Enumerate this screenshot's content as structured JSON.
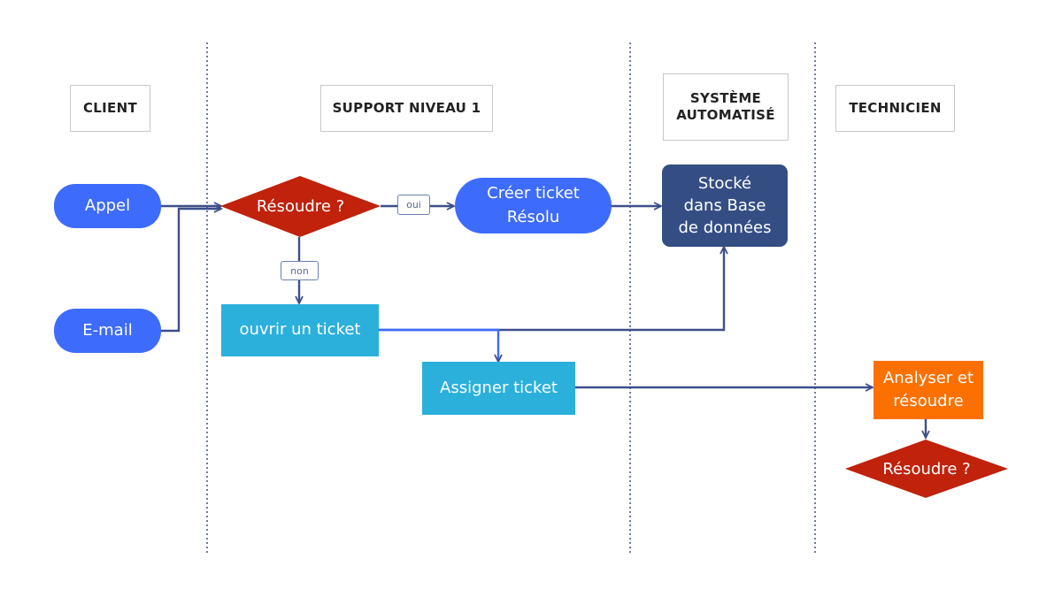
{
  "lanes": {
    "client": "CLIENT",
    "support": "SUPPORT NIVEAU 1",
    "systeme_line1": "SYSTÈME",
    "systeme_line2": "AUTOMATISÉ",
    "technicien": "TECHNICIEN"
  },
  "nodes": {
    "appel": "Appel",
    "email": "E-mail",
    "resoudre_1": "Résoudre ?",
    "creer_line1": "Créer ticket",
    "creer_line2": "Résolu",
    "stocke_line1": "Stocké",
    "stocke_line2": "dans Base",
    "stocke_line3": "de données",
    "ouvrir": "ouvrir un ticket",
    "assigner": "Assigner ticket",
    "analyser_line1": "Analyser et",
    "analyser_line2": "résoudre",
    "resoudre_2": "Résoudre ?"
  },
  "edge_labels": {
    "oui": "oui",
    "non": "non"
  },
  "colors": {
    "pill_blue": "#3d6bfb",
    "process_cyan": "#2bb0dc",
    "storage_navy": "#344e84",
    "technician_orange": "#fb7000",
    "decision_red": "#c0220c",
    "connector": "#3d4f8a",
    "lane_divider": "#3d4f8a"
  }
}
